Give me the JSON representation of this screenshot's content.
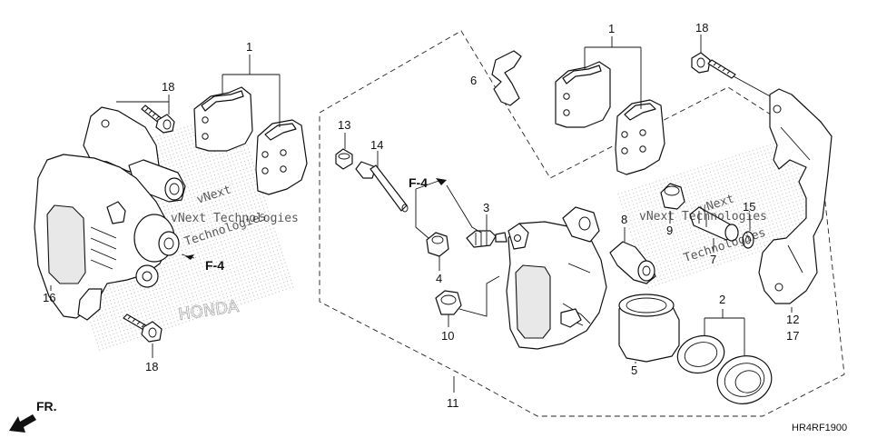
{
  "diagram": {
    "code": "HR4RF1900",
    "front_marker": "FR.",
    "ref_marker_left": "F-4",
    "ref_marker_center": "F-4",
    "watermarks": {
      "left_line1": "vNext",
      "left_line2": "Technologies",
      "left_stamp": "vNext Technologies",
      "center_line1": "vNext",
      "center_line2": "Technologies",
      "center_stamp": "vNext Technologies",
      "brand_outline": "HONDA"
    },
    "callouts": {
      "c1_left": "1",
      "c1_right": "1",
      "c18_top_left": "18",
      "c18_bottom_left": "18",
      "c18_top_right": "18",
      "c16": "16",
      "c6": "6",
      "c13": "13",
      "c14": "14",
      "c3": "3",
      "c4": "4",
      "c10": "10",
      "c8": "8",
      "c9": "9",
      "c7": "7",
      "c15": "15",
      "c5": "5",
      "c2": "2",
      "c11": "11",
      "c12": "12",
      "c17": "17"
    }
  }
}
